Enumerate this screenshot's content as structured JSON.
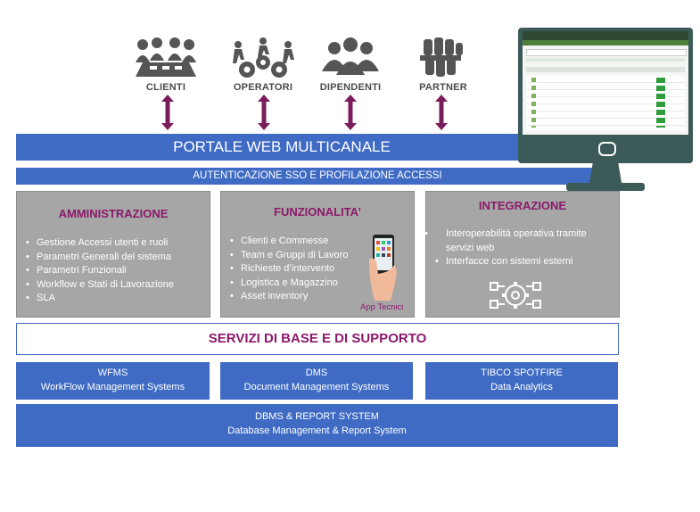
{
  "actors": [
    {
      "label": "CLIENTI",
      "icon": "meeting-table-icon"
    },
    {
      "label": "OPERATORI",
      "icon": "gears-people-icon"
    },
    {
      "label": "DIPENDENTI",
      "icon": "group-people-icon"
    },
    {
      "label": "PARTNER",
      "icon": "handshake-icon"
    }
  ],
  "portal": {
    "title": "PORTALE WEB MULTICANALE"
  },
  "auth": {
    "title": "AUTENTICAZIONE SSO E PROFILAZIONE ACCESSI"
  },
  "administration": {
    "title": "AMMINISTRAZIONE",
    "items": [
      "Gestione Accessi utenti e ruoli",
      "Parametri Generali del sistema",
      "Parametri Funzionali",
      "Workflow e Stati di Lavorazione",
      "SLA"
    ]
  },
  "features": {
    "title": "FUNZIONALITA’",
    "items": [
      "Clienti e Commesse",
      "Team e Gruppi di Lavoro",
      "Richieste d’intervento",
      "Logistica e Magazzino",
      "Asset inventory"
    ],
    "app_label": "App Tecnici"
  },
  "integration": {
    "title": "INTEGRAZIONE",
    "items": [
      "Interoperabilità operativa tramite servizi web",
      "Interfacce con sistemi esterni"
    ]
  },
  "base_services": {
    "title": "SERVIZI DI BASE E DI SUPPORTO"
  },
  "modules": [
    {
      "title": "WFMS",
      "subtitle": "WorkFlow Management Systems"
    },
    {
      "title": "DMS",
      "subtitle": "Document Management Systems"
    },
    {
      "title": "TIBCO SPOTFIRE",
      "subtitle": "Data Analytics"
    }
  ],
  "dbms": {
    "title": "DBMS & REPORT SYSTEM",
    "subtitle": "Database Management & Report System"
  },
  "colors": {
    "accent_blue": "#3f6bc4",
    "panel_gray": "#a6a6a6",
    "title_purple": "#8b1a6b",
    "arrow_purple": "#7a1d5c",
    "monitor_frame": "#3c5a57"
  }
}
